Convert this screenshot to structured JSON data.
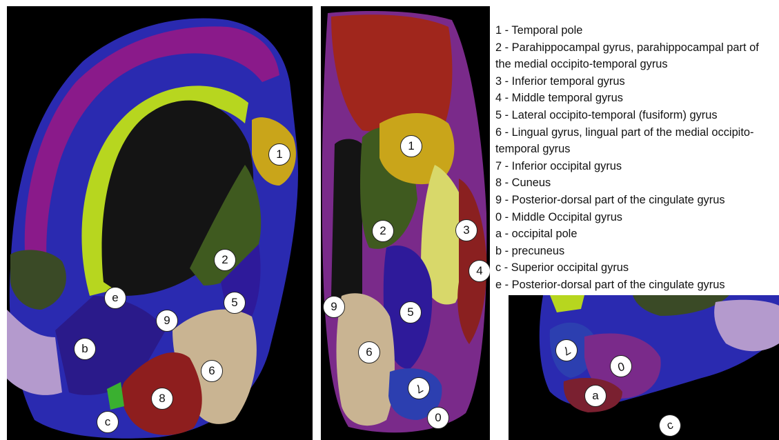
{
  "legend": [
    {
      "key": "1",
      "text": "1 -  Temporal pole"
    },
    {
      "key": "2",
      "text": "2 - Parahippocampal gyrus, parahippocampal part of the medial occipito-temporal gyrus"
    },
    {
      "key": "3",
      "text": "3 - Inferior temporal gyrus"
    },
    {
      "key": "4",
      "text": "4 - Middle temporal gyrus"
    },
    {
      "key": "5",
      "text": "5 - Lateral occipito-temporal (fusiform) gyrus"
    },
    {
      "key": "6",
      "text": "6 - Lingual gyrus, lingual part of  the medial occipito-temporal gyrus"
    },
    {
      "key": "7",
      "text": "7 - Inferior occipital gyrus"
    },
    {
      "key": "8",
      "text": "8 - Cuneus"
    },
    {
      "key": "9",
      "text": "9 - Posterior-dorsal part of the cingulate gyrus"
    },
    {
      "key": "0",
      "text": "0 - Middle Occipital gyrus"
    },
    {
      "key": "a",
      "text": "a -  occipital pole"
    },
    {
      "key": "b",
      "text": "b - precuneus"
    },
    {
      "key": "c",
      "text": "c - Superior occipital gyrus"
    },
    {
      "key": "e",
      "text": "e - Posterior-dorsal part of the cingulate gyrus"
    }
  ],
  "views": {
    "medial": {
      "markers": [
        "1",
        "2",
        "5",
        "e",
        "9",
        "b",
        "6",
        "8",
        "c"
      ]
    },
    "ventral": {
      "markers": [
        "1",
        "2",
        "3",
        "4",
        "9",
        "5",
        "6",
        "7",
        "0"
      ]
    },
    "posterior": {
      "markers": [
        "7",
        "0",
        "a",
        "c"
      ]
    }
  },
  "colors": {
    "temporal_pole": "#c9a51a",
    "parahippocampal": "#3f5a1f",
    "inferior_temporal": "#d8d86a",
    "middle_temporal": "#8a2020",
    "fusiform": "#2e1a9a",
    "lingual": "#c9b492",
    "inferior_occipital": "#2c3fb0",
    "cuneus": "#8e1e1e",
    "cingulate": "#b7d61f",
    "middle_occipital": "#7a2a8a",
    "occipital_pole": "#7a2030",
    "precuneus": "#2a1a8a",
    "superior_occipital": "#3ab030",
    "posterior_cingulate": "#2a2ab0",
    "frontal_medial": "#8a1a8a",
    "background": "#000000"
  }
}
